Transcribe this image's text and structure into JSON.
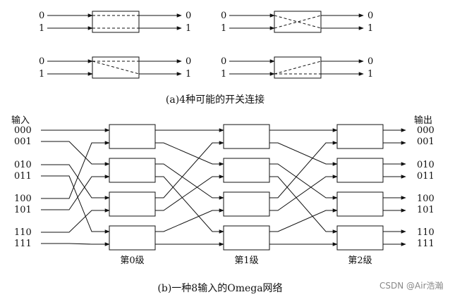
{
  "part_a": {
    "caption": "(a)4种可能的开关连接",
    "port_labels": [
      "0",
      "1"
    ],
    "switches": [
      {
        "name": "straight",
        "connections": [
          [
            0,
            0
          ],
          [
            1,
            1
          ]
        ]
      },
      {
        "name": "exchange",
        "connections": [
          [
            0,
            1
          ],
          [
            1,
            0
          ]
        ]
      },
      {
        "name": "upper-broadcast",
        "connections": [
          [
            0,
            0
          ],
          [
            0,
            1
          ]
        ]
      },
      {
        "name": "lower-broadcast",
        "connections": [
          [
            1,
            0
          ],
          [
            1,
            1
          ]
        ]
      }
    ]
  },
  "part_b": {
    "caption": "(b)一种8输入的Omega网络",
    "input_title": "输入",
    "output_title": "输出",
    "port_labels": [
      "000",
      "001",
      "010",
      "011",
      "100",
      "101",
      "110",
      "111"
    ],
    "stage_labels": [
      "第0级",
      "第1级",
      "第2级"
    ],
    "switches_per_stage": 4
  },
  "watermark": "CSDN @Air浩瀚"
}
